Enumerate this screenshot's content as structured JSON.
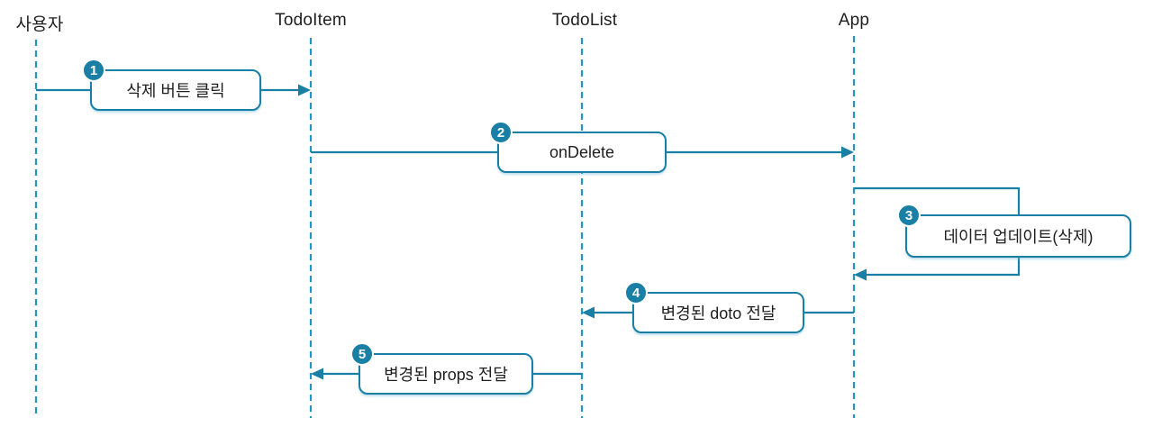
{
  "diagram": {
    "type": "sequence-diagram",
    "colors": {
      "accent": "#1a7fa4",
      "lifeline": "#2695bd",
      "text": "#1f1f1f",
      "box_background": "#ffffff",
      "badge_text": "#ffffff"
    },
    "actors": [
      {
        "name": "사용자"
      },
      {
        "name": "TodoItem"
      },
      {
        "name": "TodoList"
      },
      {
        "name": "App"
      }
    ],
    "messages": [
      {
        "step": "1",
        "label": "삭제 버튼 클릭",
        "from": "사용자",
        "to": "TodoItem"
      },
      {
        "step": "2",
        "label": "onDelete",
        "from": "TodoItem",
        "to": "App"
      },
      {
        "step": "3",
        "label": "데이터 업데이트(삭제)",
        "from": "App",
        "to": "App"
      },
      {
        "step": "4",
        "label": "변경된 doto 전달",
        "from": "App",
        "to": "TodoList"
      },
      {
        "step": "5",
        "label": "변경된 props 전달",
        "from": "TodoList",
        "to": "TodoItem"
      }
    ]
  }
}
